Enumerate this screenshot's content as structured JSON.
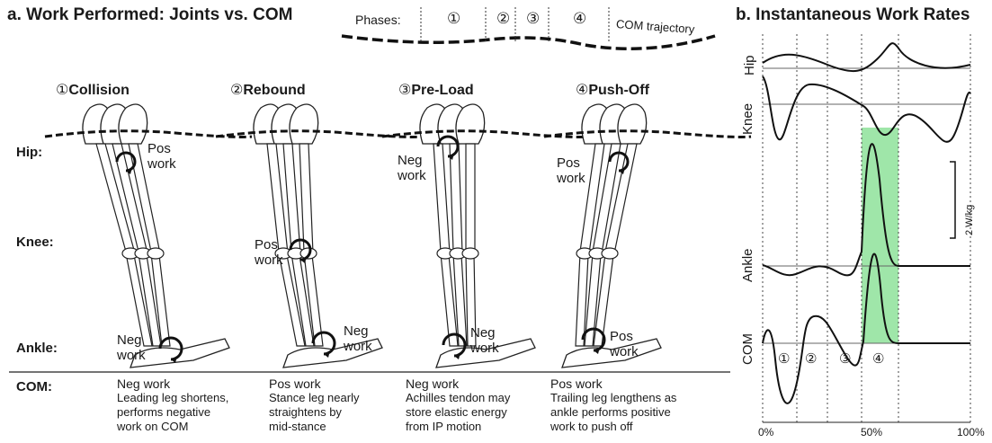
{
  "panel_a": {
    "title": "a. Work Performed: Joints vs. COM",
    "phases_label": "Phases:",
    "phase_numbers": [
      "①",
      "②",
      "③",
      "④"
    ],
    "com_trajectory_label": "COM trajectory",
    "row_labels": {
      "hip": "Hip:",
      "knee": "Knee:",
      "ankle": "Ankle:",
      "com": "COM:"
    },
    "phases": [
      {
        "number": "①",
        "name": "Collision",
        "annotations": [
          {
            "joint": "hip",
            "text": "Pos\nwork"
          },
          {
            "joint": "ankle",
            "text": "Neg\nwork"
          }
        ],
        "com_work": "Neg work",
        "description": [
          "Leading leg shortens,",
          "performs negative",
          "work on COM"
        ]
      },
      {
        "number": "②",
        "name": "Rebound",
        "annotations": [
          {
            "joint": "knee",
            "text": "Pos\nwork"
          },
          {
            "joint": "ankle",
            "text": "Neg\nwork"
          }
        ],
        "com_work": "Pos work",
        "description": [
          "Stance leg nearly",
          "straightens by",
          "mid-stance"
        ]
      },
      {
        "number": "③",
        "name": "Pre-Load",
        "annotations": [
          {
            "joint": "hip",
            "text": "Neg\nwork"
          },
          {
            "joint": "ankle",
            "text": "Neg\nwork"
          }
        ],
        "com_work": "Neg work",
        "description": [
          "Achilles tendon may",
          "store elastic energy",
          "from IP motion"
        ]
      },
      {
        "number": "④",
        "name": "Push-Off",
        "annotations": [
          {
            "joint": "hip",
            "text": "Pos\nwork"
          },
          {
            "joint": "ankle",
            "text": "Pos\nwork"
          }
        ],
        "com_work": "Pos work",
        "description": [
          "Trailing leg lengthens as",
          "ankle performs positive",
          "work to push off"
        ]
      }
    ]
  },
  "panel_b": {
    "title": "b. Instantaneous Work Rates",
    "trace_labels": [
      "Hip",
      "Knee",
      "Ankle",
      "COM"
    ],
    "scale_bar_label": "2 W/kg",
    "x_ticks": [
      "0%",
      "50%",
      "100%"
    ],
    "phase_numbers": [
      "①",
      "②",
      "③",
      "④"
    ],
    "highlight_color": "#8ee29a"
  }
}
